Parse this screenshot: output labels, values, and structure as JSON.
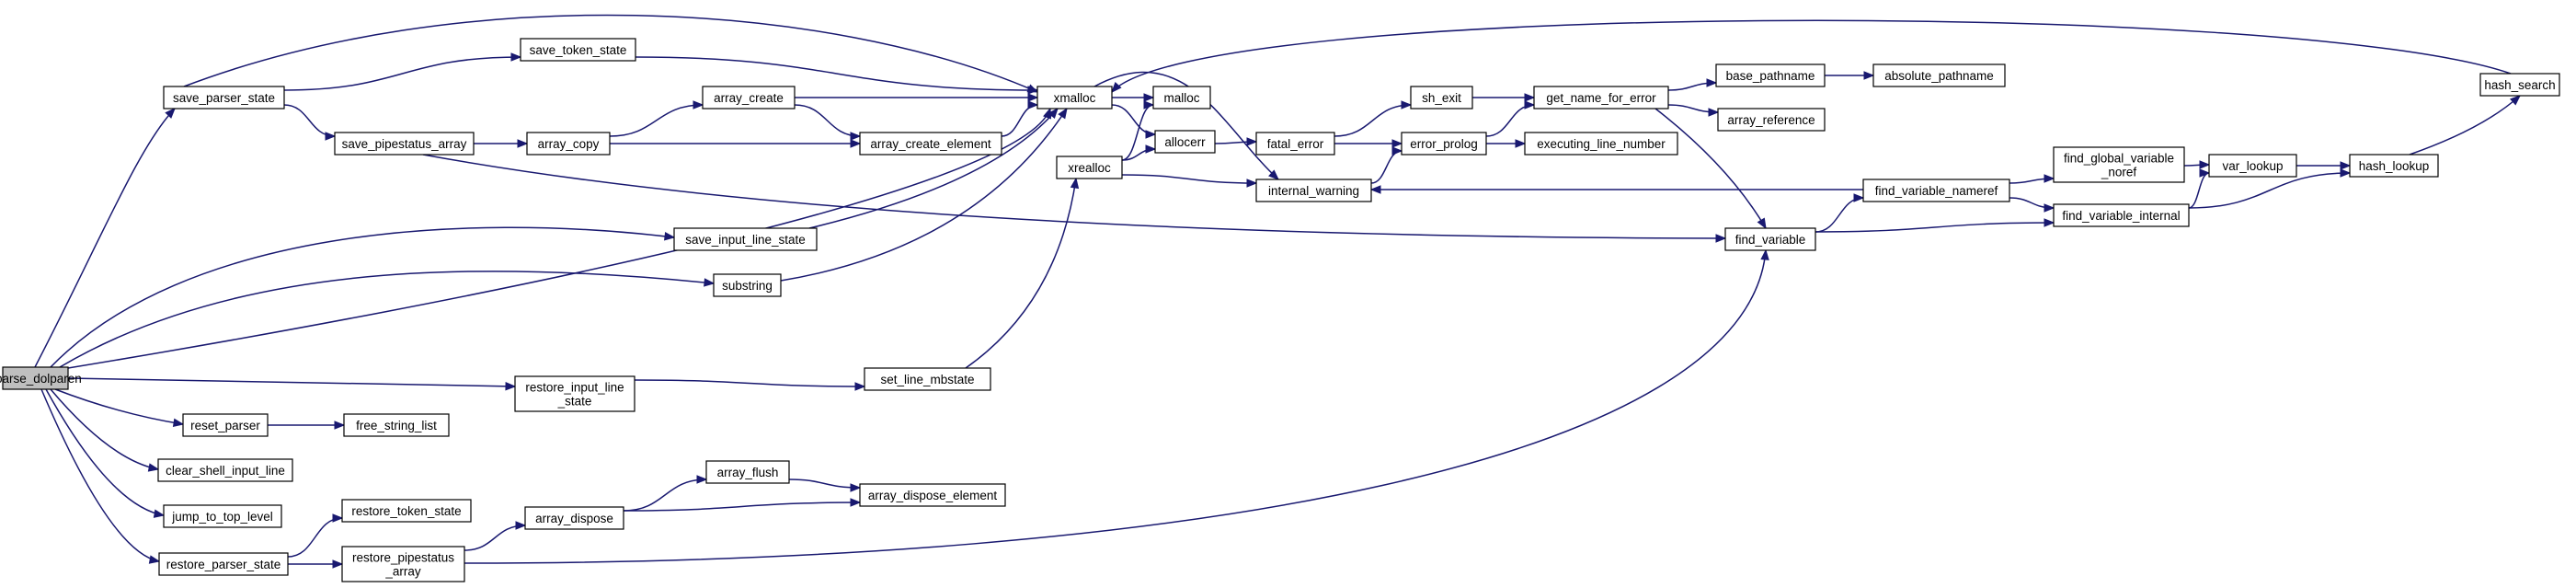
{
  "graph": {
    "background": "#ffffff",
    "edge_color": "#191970",
    "node_fill": "#ffffff",
    "root_fill": "#bfbfbf",
    "nodes": {
      "xparse_dolparen": {
        "lines": [
          "xparse_dolparen"
        ],
        "root": true
      },
      "save_parser_state": {
        "lines": [
          "save_parser_state"
        ]
      },
      "save_token_state": {
        "lines": [
          "save_token_state"
        ]
      },
      "save_pipestatus_array": {
        "lines": [
          "save_pipestatus_array"
        ]
      },
      "array_copy": {
        "lines": [
          "array_copy"
        ]
      },
      "array_create": {
        "lines": [
          "array_create"
        ]
      },
      "array_create_element": {
        "lines": [
          "array_create_element"
        ]
      },
      "xmalloc": {
        "lines": [
          "xmalloc"
        ]
      },
      "malloc": {
        "lines": [
          "malloc"
        ]
      },
      "xrealloc": {
        "lines": [
          "xrealloc"
        ]
      },
      "allocerr": {
        "lines": [
          "allocerr"
        ]
      },
      "internal_warning": {
        "lines": [
          "internal_warning"
        ]
      },
      "fatal_error": {
        "lines": [
          "fatal_error"
        ]
      },
      "sh_exit": {
        "lines": [
          "sh_exit"
        ]
      },
      "error_prolog": {
        "lines": [
          "error_prolog"
        ]
      },
      "get_name_for_error": {
        "lines": [
          "get_name_for_error"
        ]
      },
      "executing_line_number": {
        "lines": [
          "executing_line_number"
        ]
      },
      "base_pathname": {
        "lines": [
          "base_pathname"
        ]
      },
      "absolute_pathname": {
        "lines": [
          "absolute_pathname"
        ]
      },
      "array_reference": {
        "lines": [
          "array_reference"
        ]
      },
      "find_variable": {
        "lines": [
          "find_variable"
        ]
      },
      "find_variable_nameref": {
        "lines": [
          "find_variable_nameref"
        ]
      },
      "find_global_variable_noref": {
        "lines": [
          "find_global_variable",
          "_noref"
        ]
      },
      "find_variable_internal": {
        "lines": [
          "find_variable_internal"
        ]
      },
      "var_lookup": {
        "lines": [
          "var_lookup"
        ]
      },
      "hash_lookup": {
        "lines": [
          "hash_lookup"
        ]
      },
      "hash_search": {
        "lines": [
          "hash_search"
        ]
      },
      "save_input_line_state": {
        "lines": [
          "save_input_line_state"
        ]
      },
      "substring": {
        "lines": [
          "substring"
        ]
      },
      "restore_input_line_state": {
        "lines": [
          "restore_input_line",
          "_state"
        ]
      },
      "set_line_mbstate": {
        "lines": [
          "set_line_mbstate"
        ]
      },
      "reset_parser": {
        "lines": [
          "reset_parser"
        ]
      },
      "free_string_list": {
        "lines": [
          "free_string_list"
        ]
      },
      "clear_shell_input_line": {
        "lines": [
          "clear_shell_input_line"
        ]
      },
      "jump_to_top_level": {
        "lines": [
          "jump_to_top_level"
        ]
      },
      "restore_parser_state": {
        "lines": [
          "restore_parser_state"
        ]
      },
      "restore_token_state": {
        "lines": [
          "restore_token_state"
        ]
      },
      "restore_pipestatus_array": {
        "lines": [
          "restore_pipestatus",
          "_array"
        ]
      },
      "array_dispose": {
        "lines": [
          "array_dispose"
        ]
      },
      "array_flush": {
        "lines": [
          "array_flush"
        ]
      },
      "array_dispose_element": {
        "lines": [
          "array_dispose_element"
        ]
      }
    },
    "edges": [
      [
        "xparse_dolparen",
        "save_parser_state"
      ],
      [
        "xparse_dolparen",
        "xmalloc"
      ],
      [
        "xparse_dolparen",
        "save_input_line_state"
      ],
      [
        "xparse_dolparen",
        "substring"
      ],
      [
        "xparse_dolparen",
        "restore_input_line_state"
      ],
      [
        "xparse_dolparen",
        "reset_parser"
      ],
      [
        "xparse_dolparen",
        "clear_shell_input_line"
      ],
      [
        "xparse_dolparen",
        "jump_to_top_level"
      ],
      [
        "xparse_dolparen",
        "restore_parser_state"
      ],
      [
        "save_parser_state",
        "save_token_state"
      ],
      [
        "save_parser_state",
        "xmalloc"
      ],
      [
        "save_parser_state",
        "save_pipestatus_array"
      ],
      [
        "save_token_state",
        "xmalloc"
      ],
      [
        "save_pipestatus_array",
        "array_copy"
      ],
      [
        "save_pipestatus_array",
        "find_variable"
      ],
      [
        "array_copy",
        "array_create"
      ],
      [
        "array_copy",
        "array_create_element"
      ],
      [
        "array_create",
        "xmalloc"
      ],
      [
        "array_create",
        "array_create_element"
      ],
      [
        "array_create_element",
        "xmalloc"
      ],
      [
        "xmalloc",
        "malloc"
      ],
      [
        "xmalloc",
        "allocerr"
      ],
      [
        "xmalloc",
        "internal_warning"
      ],
      [
        "xrealloc",
        "malloc"
      ],
      [
        "xrealloc",
        "allocerr"
      ],
      [
        "xrealloc",
        "internal_warning"
      ],
      [
        "allocerr",
        "fatal_error"
      ],
      [
        "fatal_error",
        "sh_exit"
      ],
      [
        "fatal_error",
        "error_prolog"
      ],
      [
        "internal_warning",
        "error_prolog"
      ],
      [
        "sh_exit",
        "get_name_for_error"
      ],
      [
        "error_prolog",
        "get_name_for_error"
      ],
      [
        "error_prolog",
        "executing_line_number"
      ],
      [
        "get_name_for_error",
        "base_pathname"
      ],
      [
        "get_name_for_error",
        "array_reference"
      ],
      [
        "get_name_for_error",
        "find_variable"
      ],
      [
        "base_pathname",
        "absolute_pathname"
      ],
      [
        "find_variable",
        "find_variable_nameref"
      ],
      [
        "find_variable",
        "find_variable_internal"
      ],
      [
        "find_variable_nameref",
        "internal_warning"
      ],
      [
        "find_variable_nameref",
        "find_global_variable_noref"
      ],
      [
        "find_variable_nameref",
        "find_variable_internal"
      ],
      [
        "find_global_variable_noref",
        "var_lookup"
      ],
      [
        "find_variable_internal",
        "var_lookup"
      ],
      [
        "find_variable_internal",
        "hash_lookup"
      ],
      [
        "var_lookup",
        "hash_lookup"
      ],
      [
        "hash_lookup",
        "hash_search"
      ],
      [
        "hash_search",
        "xmalloc"
      ],
      [
        "save_input_line_state",
        "xmalloc"
      ],
      [
        "substring",
        "xmalloc"
      ],
      [
        "restore_input_line_state",
        "set_line_mbstate"
      ],
      [
        "set_line_mbstate",
        "xrealloc"
      ],
      [
        "reset_parser",
        "free_string_list"
      ],
      [
        "restore_parser_state",
        "restore_token_state"
      ],
      [
        "restore_parser_state",
        "restore_pipestatus_array"
      ],
      [
        "restore_pipestatus_array",
        "array_dispose"
      ],
      [
        "restore_pipestatus_array",
        "find_variable"
      ],
      [
        "array_dispose",
        "array_flush"
      ],
      [
        "array_dispose",
        "array_dispose_element"
      ],
      [
        "array_flush",
        "array_dispose_element"
      ]
    ]
  }
}
